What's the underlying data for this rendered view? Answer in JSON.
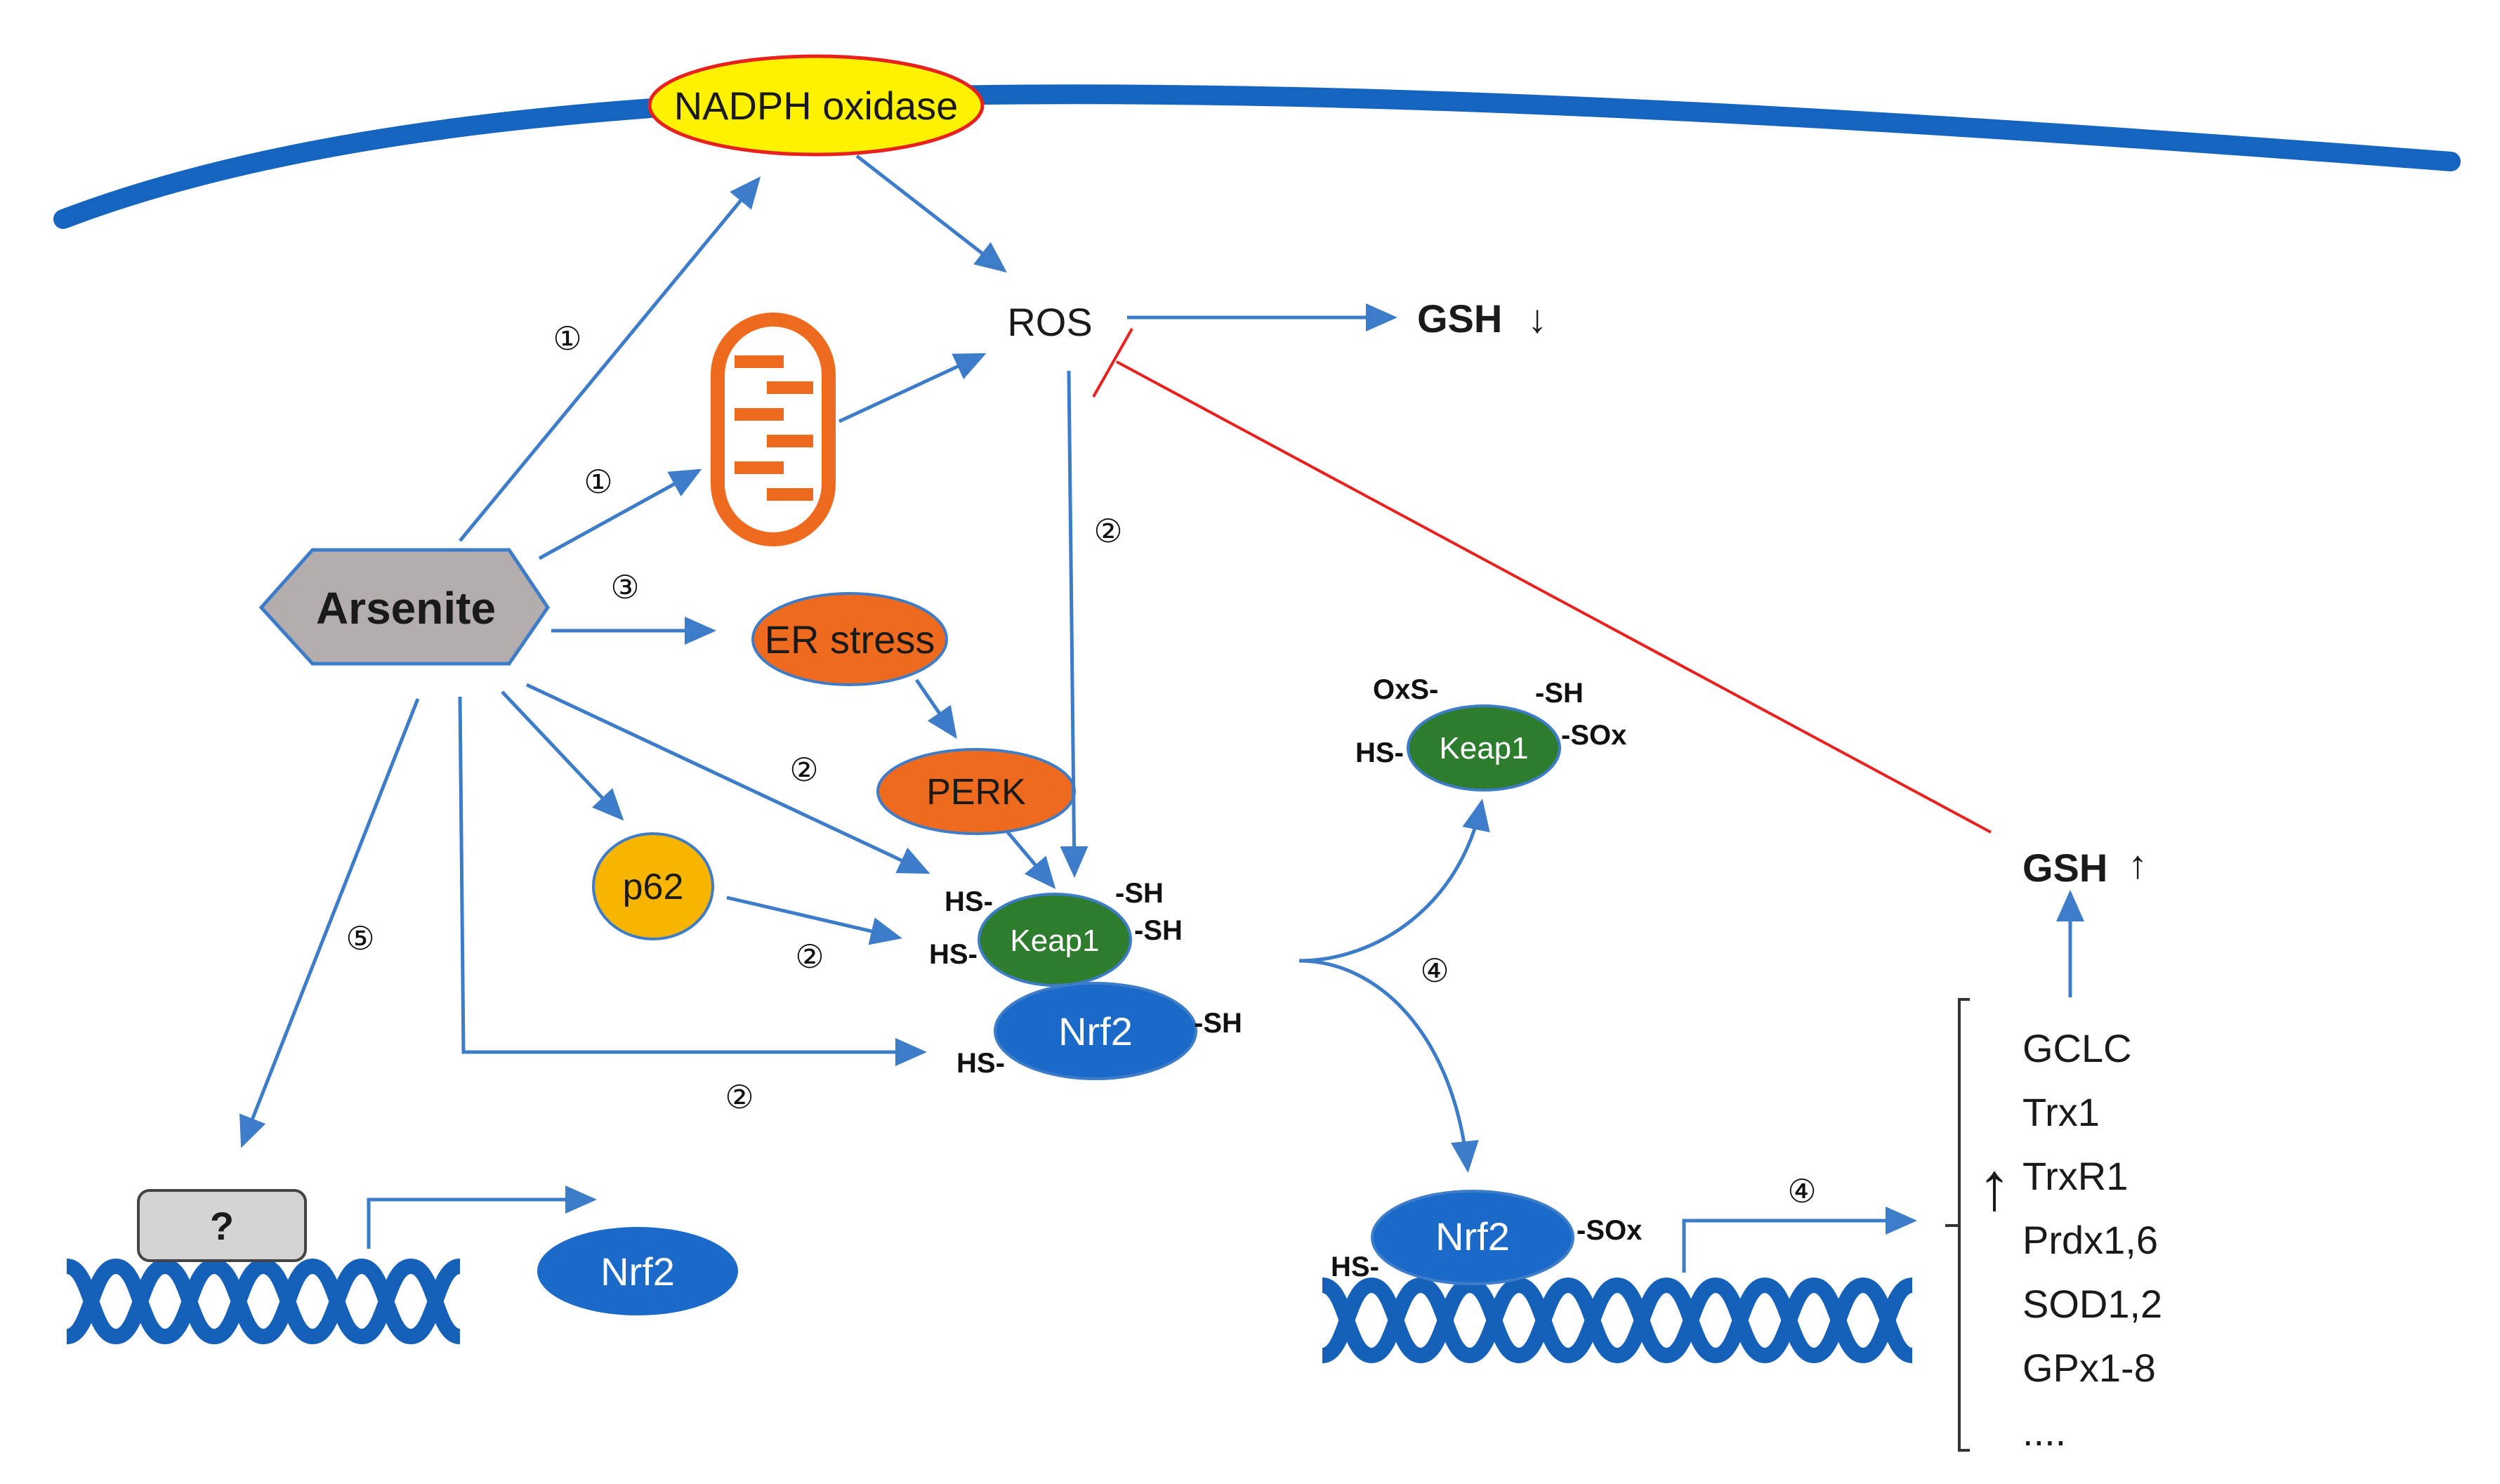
{
  "nodes": {
    "nadph_oxidase": "NADPH oxidase",
    "ros": "ROS",
    "gsh_down": "GSH",
    "gsh_up": "GSH",
    "arsenite": "Arsenite",
    "er_stress": "ER stress",
    "perk": "PERK",
    "p62": "p62",
    "keap1_bound": "Keap1",
    "keap1_free": "Keap1",
    "nrf2_bound": "Nrf2",
    "nrf2_dna": "Nrf2",
    "nrf2_new": "Nrf2",
    "unknown_factor": "?"
  },
  "groups": {
    "thiol_hs": "HS-",
    "thiol_sh": "-SH",
    "thiol_sox": "-SOx",
    "thiol_oxs": "OxS-"
  },
  "pathway_numbers": {
    "one": "①",
    "two": "②",
    "three": "③",
    "four": "④",
    "five": "⑤"
  },
  "target_genes": [
    "GCLC",
    "Trx1",
    "TrxR1",
    "Prdx1,6",
    "SOD1,2",
    "GPx1-8",
    "...."
  ],
  "symbols": {
    "down_arrow": "↓",
    "up_arrow": "↑",
    "bold_up_arrow": "🠕"
  },
  "colors": {
    "membrane": "#1565c0",
    "arrow": "#3d7cc9",
    "inhibit": "#e8201e",
    "nadph_fill": "#fff200",
    "orange": "#ee6a1e",
    "p62": "#f7b500",
    "keap1": "#2e7d2e",
    "nrf2": "#1b6ac9",
    "arsenite": "#b3adad",
    "dna": "#1560b8"
  }
}
